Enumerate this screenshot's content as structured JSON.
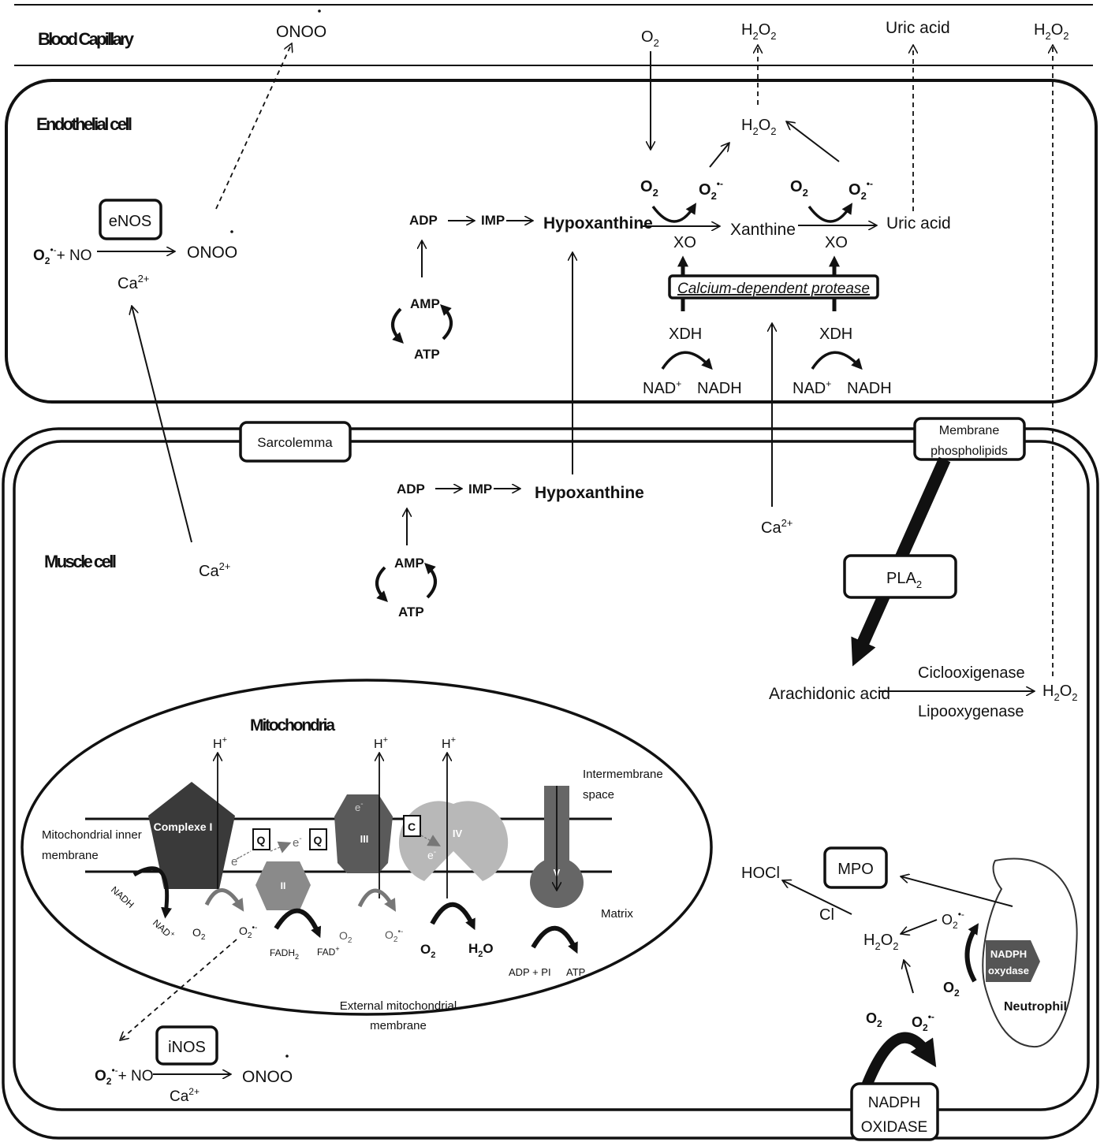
{
  "sections": {
    "blood_capillary": "Blood Capillary",
    "endothelial_cell": "Endothelial cell",
    "muscle_cell": "Muscle cell",
    "mitochondria": "Mitochondria",
    "neutrophil": "Neutrophil"
  },
  "capillary": {
    "onoo": "ONOO",
    "o2": "O",
    "h2o2_a": "H",
    "uric_acid": "Uric acid",
    "h2o2_b": "H"
  },
  "endothelial": {
    "enos": "eNOS",
    "o2_plus_no": "O",
    "plus_no": "+ NO",
    "onoo": "ONOO",
    "ca": "Ca",
    "adp": "ADP",
    "imp": "IMP",
    "hypoxanthine": "Hypoxanthine",
    "amp": "AMP",
    "atp": "ATP",
    "o2_xo1": "O",
    "o2rad_xo1": "O",
    "xo1": "XO",
    "xanthine": "Xanthine",
    "o2_xo2": "O",
    "o2rad_xo2": "O",
    "xo2": "XO",
    "uric_acid": "Uric acid",
    "h2o2": "H",
    "protease": "Calcium-dependent protease",
    "xdh1": "XDH",
    "xdh2": "XDH",
    "nad1": "NAD",
    "nadh1": "NADH",
    "nad2": "NAD",
    "nadh2": "NADH"
  },
  "membrane": {
    "sarcolemma": "Sarcolemma",
    "phospholipids_1": "Membrane",
    "phospholipids_2": "phospholipids"
  },
  "muscle": {
    "adp": "ADP",
    "imp": "IMP",
    "hypoxanthine": "Hypoxanthine",
    "amp": "AMP",
    "atp": "ATP",
    "ca_left": "Ca",
    "ca_right": "Ca",
    "pla2": "PLA",
    "arachidonic": "Arachidonic acid",
    "ciclo": "Ciclooxigenase",
    "lipo": "Lipooxygenase",
    "h2o2": "H",
    "inos": "iNOS",
    "o2_no": "O",
    "plus_no": "+ NO",
    "onoo": "ONOO",
    "ca_bottom": "Ca",
    "hocl": "HOCl",
    "mpo": "MPO",
    "cl": "Cl",
    "h2o2_n": "H",
    "o2rad_n": "O",
    "o2_n": "O",
    "nadph_oxydase_1": "NADPH",
    "nadph_oxydase_2": "oxydase",
    "o2_bottom": "O",
    "o2rad_bottom": "O",
    "nadph_box_1": "NADPH",
    "nadph_box_2": "OXIDASE"
  },
  "mito": {
    "h1": "H",
    "h2": "H",
    "h3": "H",
    "complexe1": "Complexe I",
    "complex2": "II",
    "complex3": "III",
    "complex4": "IV",
    "complex5": "V",
    "q1": "Q",
    "q2": "Q",
    "c": "C",
    "e1": "e",
    "e2": "e",
    "e3": "e",
    "e4": "e",
    "inner_1": "Mitochondrial inner",
    "inner_2": "membrane",
    "inter_1": "Intermembrane",
    "inter_2": "space",
    "matrix": "Matrix",
    "ext_1": "External mitochondrial",
    "ext_2": "membrane",
    "nadh": "NADH",
    "nad": "NAD",
    "o2a": "O",
    "o2rad_a": "O",
    "fadh2": "FADH",
    "fad": "FAD",
    "o2b": "O",
    "o2rad_b": "O",
    "o2c": "O",
    "h2o": "H",
    "adp_pi": "ADP + PI",
    "atp": "ATP"
  }
}
